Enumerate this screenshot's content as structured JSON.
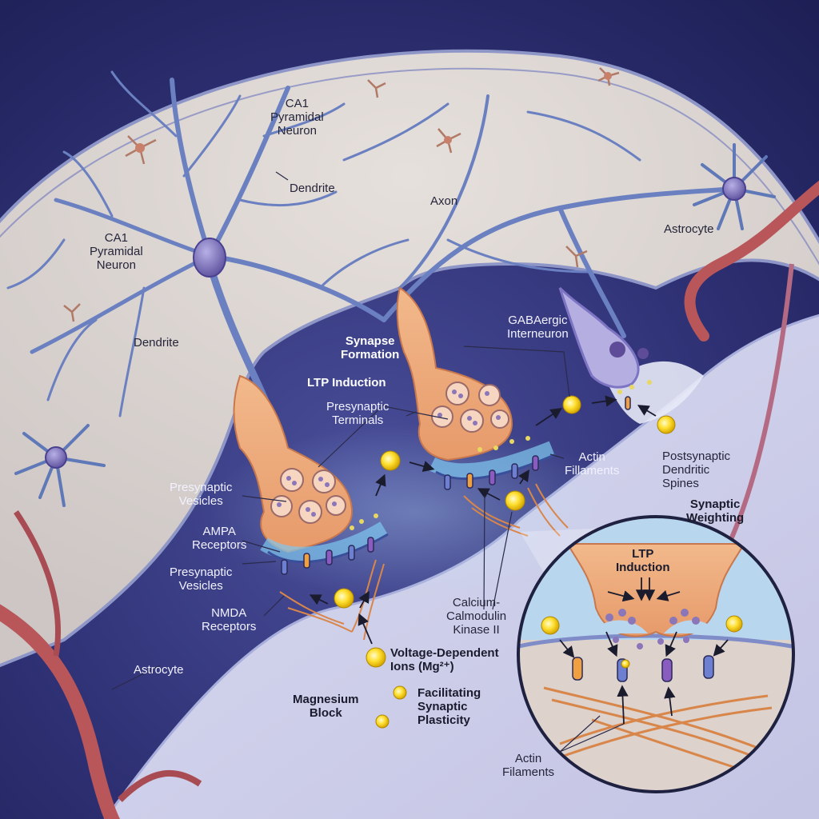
{
  "labels": {
    "ca1_top": "CA1\nPyramidal\nNeuron",
    "ca1_left": "CA1\nPyramidal\nNeuron",
    "dendrite_top": "Dendrite",
    "dendrite_left": "Dendrite",
    "axon": "Axon",
    "astrocyte_right": "Astrocyte",
    "astrocyte_left": "Astrocyte",
    "synapse_formation": "Synapse\nFormation",
    "ltp_induction": "LTP Induction",
    "presynaptic_terminals": "Presynaptic\nTerminals",
    "gabaergic": "GABAergic\nInterneuron",
    "actin_mid": "Actin\nFillaments",
    "postsynaptic_spines": "Postsynaptic\nDendritic\nSpines",
    "synaptic_weighting": "Synaptic\nWeighting",
    "presynaptic_vesicles_1": "Presynaptic\nVesicles",
    "ampa_receptors": "AMPA\nReceptors",
    "presynaptic_vesicles_2": "Presynaptic\nVesicles",
    "nmda_receptors": "NMDA\nReceptors",
    "camk2": "Calcium-\nCalmodulin\nKinase II",
    "voltage_ions": "Voltage-Dependent\nIons (Mg²⁺)",
    "facilitating": "Facilitating\nSynaptic\nPlasticity",
    "magnesium_block": "Magnesium\nBlock",
    "inset_ltp": "LTP\nInduction",
    "inset_actin": "Actin\nFilaments"
  },
  "colors": {
    "tissue": "#ddd6d2",
    "neuron": "#5f78b8",
    "terminal": "#f0a874",
    "ion": "#ffe040",
    "vessel": "#b8565a",
    "cleft": "#7fc8f0",
    "background": "#2c2c6e"
  }
}
